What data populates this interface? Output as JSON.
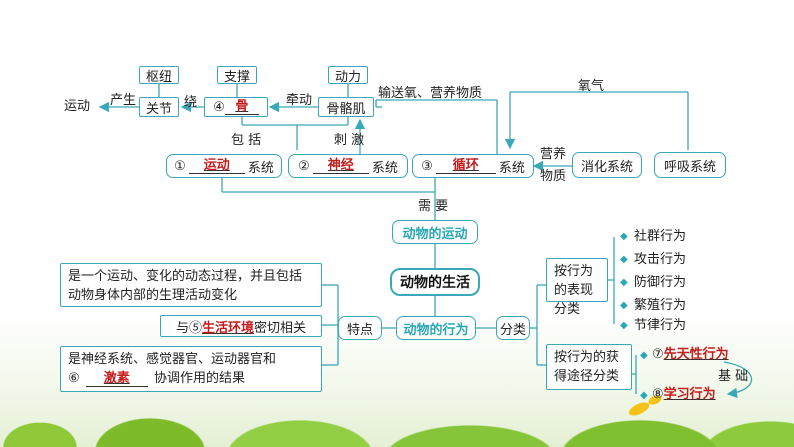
{
  "nodes": {
    "shuniu": "枢纽",
    "zhicheng": "支撑",
    "dongli": "动力",
    "yundong": "运动",
    "guanjie": "关节",
    "gu_num": "④",
    "gu_ans": "骨",
    "gugeji": "骨骼肌",
    "system1_num": "①",
    "system1_ans": "运动",
    "system1_suffix": "系统",
    "system2_num": "②",
    "system2_ans": "神经",
    "system2_suffix": "系统",
    "system3_num": "③",
    "system3_ans": "循环",
    "system3_suffix": "系统",
    "xiaohua": "消化系统",
    "huxi": "呼吸系统",
    "yangqi": "氧气",
    "dongwu_yundong": "动物的运动",
    "dongwu_shenghuo": "动物的生活",
    "dongwu_xingwei": "动物的行为",
    "tedian": "特点",
    "fenlei": "分类",
    "trait1": "是一个运动、变化的动态过程，并且包括动物身体内部的生理活动变化",
    "trait2_prefix": "与⑤",
    "trait2_ans": "生活环境",
    "trait2_suffix": "密切相关",
    "trait3_line1": "是神经系统、感觉器官、运动器官和",
    "trait3_num": "⑥",
    "trait3_ans": "激素",
    "trait3_suffix": "协调作用的结果",
    "biaoxian": "按行为的表现分类",
    "huode": "按行为的获得途径分类",
    "behaviors": [
      "社群行为",
      "攻击行为",
      "防御行为",
      "繁殖行为",
      "节律行为"
    ],
    "acq1_num": "⑦",
    "acq1_ans": "先天性行为",
    "acq2_num": "⑧",
    "acq2_ans": "学习行为",
    "jichu": "基 础"
  },
  "labels": {
    "chansheng": "产生",
    "rao": "绕",
    "qiandong": "牵动",
    "shusong": "输送氧、营养物质",
    "baokuo": "包 括",
    "ciji": "刺 激",
    "yingyang": "营养",
    "wuzhi": "物质",
    "xuyao": "需 要"
  }
}
